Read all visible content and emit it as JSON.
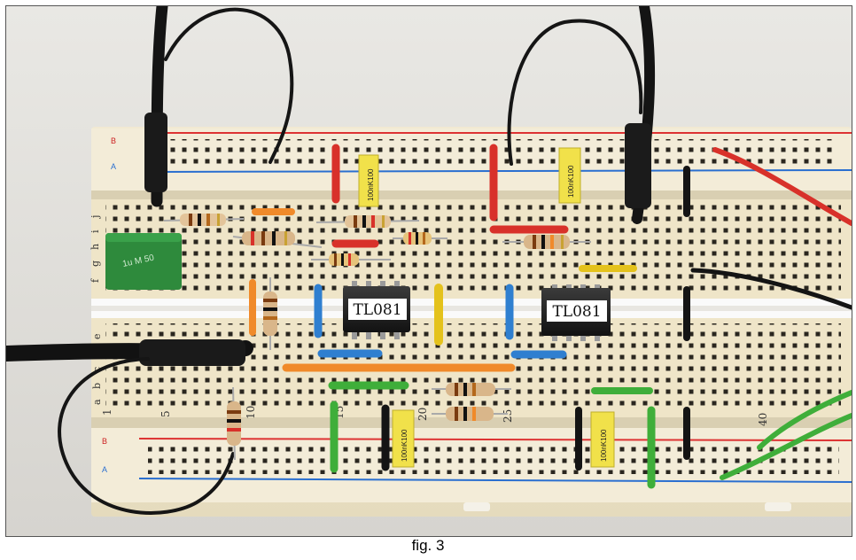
{
  "caption": "fig. 3",
  "chips": [
    {
      "label": "TL081"
    },
    {
      "label": "TL081"
    }
  ],
  "capacitors": [
    {
      "label": "100nK100"
    },
    {
      "label": "100nK100"
    },
    {
      "label": "100nK100"
    },
    {
      "label": "100nK100"
    }
  ],
  "green_capacitor_label": "1u M 50",
  "rail_marks": {
    "top_b": "B",
    "top_a": "A",
    "bottom_b": "B",
    "bottom_a": "A"
  },
  "row_letters_top": [
    "f",
    "g",
    "h",
    "i",
    "j"
  ],
  "row_letters_bottom": [
    "a",
    "b",
    "c",
    "d",
    "e"
  ],
  "column_numbers": [
    "1",
    "5",
    "10",
    "15",
    "20",
    "25",
    "40"
  ],
  "colors": {
    "wire_red": "#d8312a",
    "wire_blue": "#2f7fd0",
    "wire_yellow": "#e4c21c",
    "wire_green": "#3fae3a",
    "wire_orange": "#f08a2a",
    "board": "#efe6cd"
  }
}
